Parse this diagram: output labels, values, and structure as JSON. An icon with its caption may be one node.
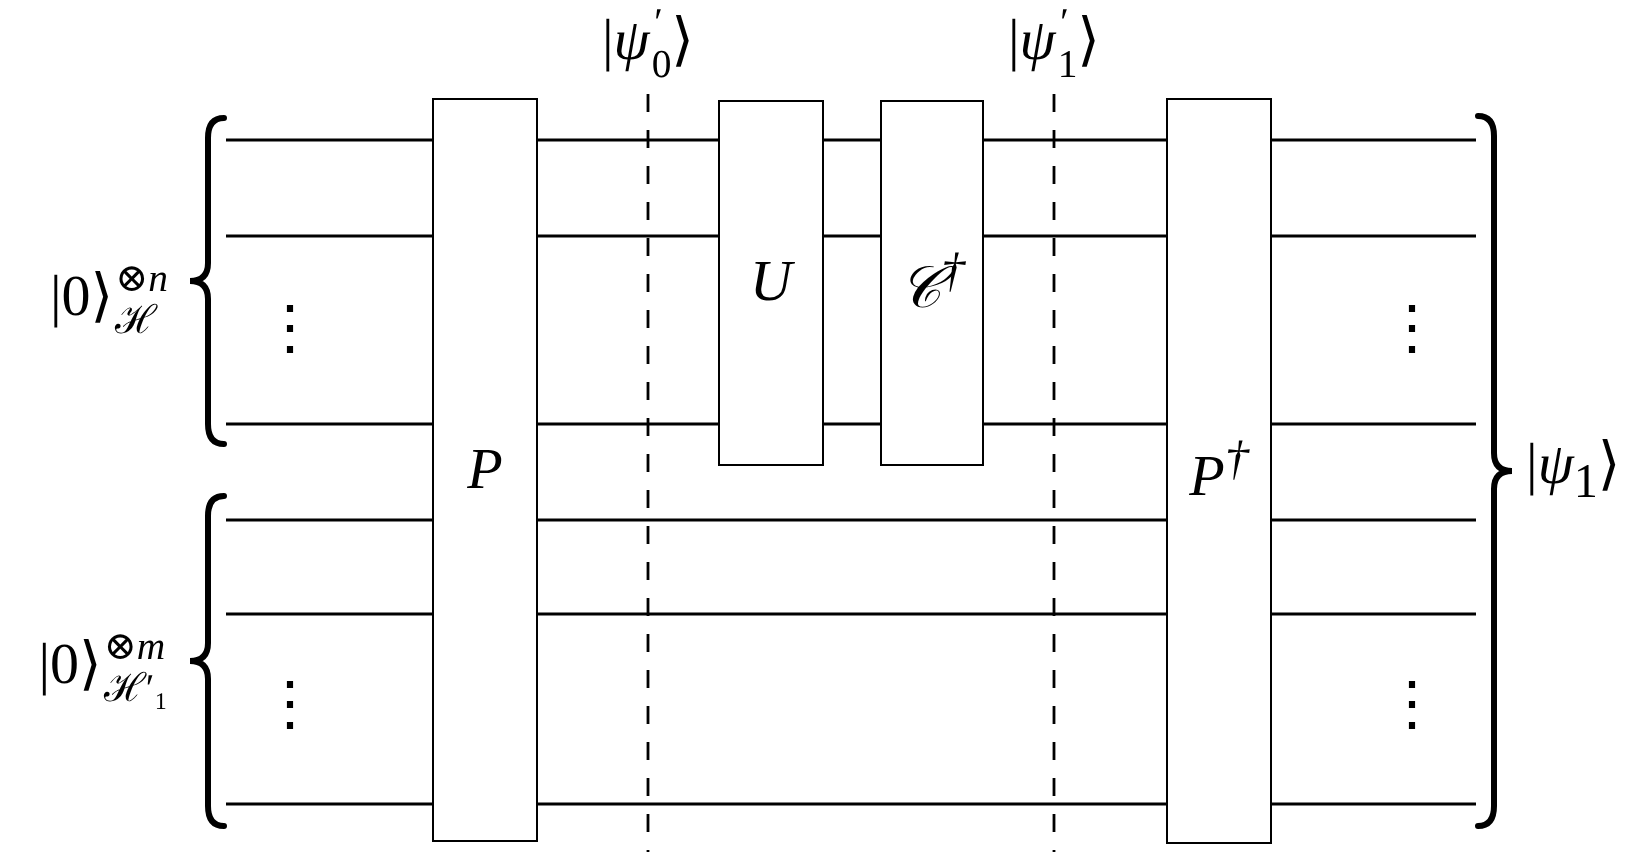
{
  "diagram": {
    "nodes": [
      {
        "text": [],
        "shape": "brace",
        "beside": [
          "|0⟩$^{⊗n}$$_{ℋ}$"
        ]
      },
      {
        "text": [],
        "shape": "brace",
        "beside": [
          "|0⟩$^{⊗m}$$_{ℋ′₁}$"
        ]
      },
      {
        "text": [
          "P"
        ]
      },
      {
        "text": [
          "U"
        ]
      },
      {
        "text": [
          "𝒞$^{†}$"
        ]
      },
      {
        "text": [
          "P$^{†}$"
        ]
      },
      {
        "text": [],
        "shape": "brace",
        "beside": [
          "|*ψ*$_{1}$⟩"
        ]
      }
    ],
    "edges": [
      {
        "from": 0,
        "to": 2,
        "arrow": "none"
      },
      {
        "from": 0,
        "to": 2,
        "arrow": "none"
      },
      {
        "from": 0,
        "to": 2,
        "arrow": "none"
      },
      {
        "from": 1,
        "to": 2,
        "arrow": "none"
      },
      {
        "from": 1,
        "to": 2,
        "arrow": "none"
      },
      {
        "from": 1,
        "to": 2,
        "arrow": "none"
      },
      {
        "from": 2,
        "to": 3,
        "arrow": "none"
      },
      {
        "from": 2,
        "to": 3,
        "arrow": "none"
      },
      {
        "from": 2,
        "to": 3,
        "arrow": "none"
      },
      {
        "from": 3,
        "to": 4,
        "arrow": "none"
      },
      {
        "from": 3,
        "to": 4,
        "arrow": "none"
      },
      {
        "from": 3,
        "to": 4,
        "arrow": "none"
      },
      {
        "from": 4,
        "to": 5,
        "arrow": "none"
      },
      {
        "from": 4,
        "to": 5,
        "arrow": "none"
      },
      {
        "from": 4,
        "to": 5,
        "arrow": "none"
      },
      {
        "from": 2,
        "to": 5,
        "arrow": "none"
      },
      {
        "from": 2,
        "to": 5,
        "arrow": "none"
      },
      {
        "from": 2,
        "to": 5,
        "arrow": "none"
      },
      {
        "from": 5,
        "to": 6,
        "arrow": "none"
      },
      {
        "from": 5,
        "to": 6,
        "arrow": "none"
      },
      {
        "from": 5,
        "to": 6,
        "arrow": "none"
      },
      {
        "from": 5,
        "to": 6,
        "arrow": "none"
      },
      {
        "from": 5,
        "to": 6,
        "arrow": "none"
      },
      {
        "from": 5,
        "to": 6,
        "arrow": "none"
      }
    ],
    "labels": [
      "|*ψ*$^{′}$$_{0}$⟩",
      "|*ψ*$^{′}$$_{1}$⟩",
      "⋮",
      "⋮",
      "⋮",
      "⋮"
    ]
  }
}
